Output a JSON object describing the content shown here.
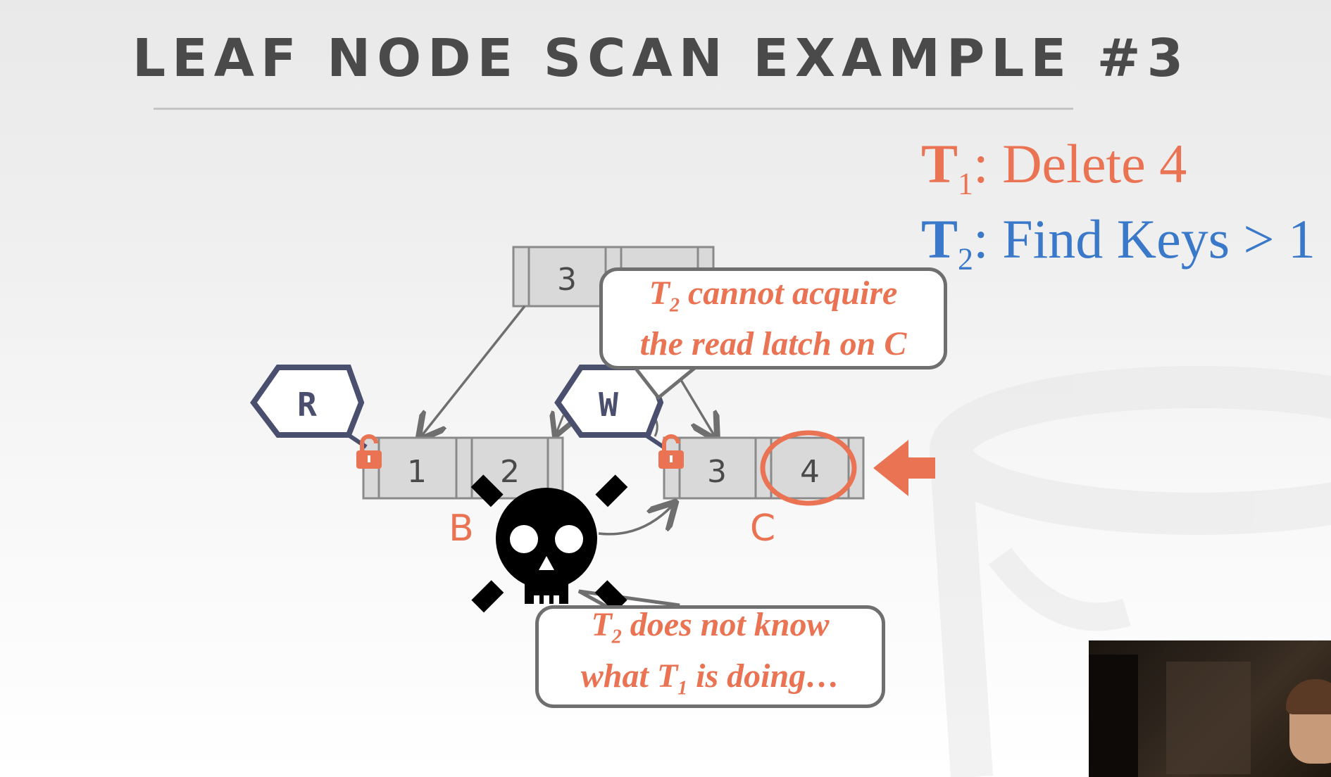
{
  "slide": {
    "title": "LEAF NODE SCAN EXAMPLE #3"
  },
  "legend": {
    "t1": {
      "name": "T",
      "sub": "1",
      "action": ": Delete 4",
      "color": "#e97352"
    },
    "t2": {
      "name": "T",
      "sub": "2",
      "action": ": Find Keys > 1",
      "color": "#3a78c9"
    }
  },
  "tree": {
    "root": {
      "keys": [
        "3",
        ""
      ]
    },
    "leaf_b": {
      "keys": [
        "1",
        "2"
      ],
      "label": "B"
    },
    "leaf_c": {
      "keys": [
        "3",
        "4"
      ],
      "label": "C"
    },
    "latch_read": "R",
    "latch_write": "W"
  },
  "callouts": {
    "top": {
      "t": "T",
      "sub": "2",
      "line1_rest": " cannot acquire",
      "line2": "the read latch on C"
    },
    "bottom": {
      "t": "T",
      "sub": "2",
      "line1_rest": " does not know",
      "line2_pre": "what T",
      "line2_sub": "1",
      "line2_rest": " is doing…"
    }
  },
  "colors": {
    "accent": "#e97352",
    "latch_stroke": "#4a4f6e",
    "node_fill": "#d9d9d9",
    "node_stroke": "#8a8a8a",
    "arrow": "#6f6f6f"
  },
  "icons": [
    "lock-icon",
    "skull-icon",
    "pointer-arrow-icon",
    "database-watermark-icon"
  ]
}
